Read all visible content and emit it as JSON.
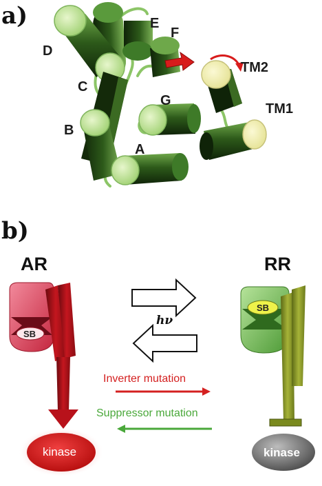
{
  "panel_a": {
    "label": "a)",
    "helices": [
      "A",
      "B",
      "C",
      "D",
      "E",
      "F",
      "G",
      "TM1",
      "TM2"
    ]
  },
  "panel_b": {
    "label": "b)",
    "left_state": "AR",
    "right_state": "RR",
    "left_sb": "SB",
    "right_sb": "SB",
    "light_symbol": "hν",
    "inverter_mutation": "Inverter mutation",
    "suppressor_mutation": "Suppressor mutation",
    "left_kinase": "kinase",
    "right_kinase": "kinase"
  },
  "colors": {
    "helix_dark": "#1f3a10",
    "helix_light": "#9ccf6a",
    "ar_red": "#c8141e",
    "rr_olive": "#8a9a2a",
    "inverter_red": "#d42020",
    "suppressor_green": "#4aa83a",
    "kinase_gray": "#6e6e6e"
  }
}
